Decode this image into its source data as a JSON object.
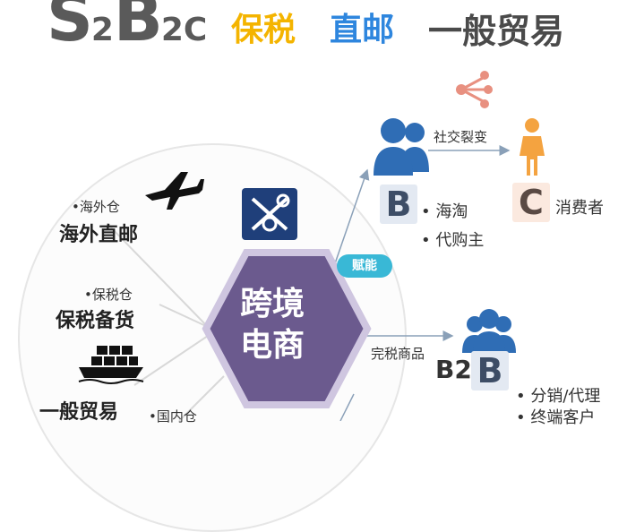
{
  "title": {
    "s": "S",
    "two_a": "2",
    "b": "B",
    "two_b": "2",
    "c": "C",
    "bonded": "保税",
    "direct": "直邮",
    "general": "一般贸易"
  },
  "center": {
    "line1": "跨境",
    "line2": "电商"
  },
  "left": {
    "overseas_sub": "•海外仓",
    "overseas_main": "海外直邮",
    "bonded_sub": "•保税仓",
    "bonded_main": "保税备货",
    "general_main": "一般贸易",
    "domestic_sub": "•国内仓"
  },
  "right": {
    "social": "社交裂变",
    "empower": "赋能",
    "tax_paid": "完税商品",
    "b_letter": "B",
    "c_letter": "C",
    "b_item1": "• 海淘",
    "b_item2": "• 代购主",
    "consumer": "消费者",
    "b2_prefix": "B2",
    "b2_letter": "B",
    "b2_item1": "• 分销/代理",
    "b2_item2": "• 终端客户"
  },
  "colors": {
    "accent_yellow": "#f4b400",
    "accent_blue": "#2e86de",
    "hexagon_purple": "#6b5a8e",
    "people_blue": "#2f6db5",
    "consumer_orange": "#f4a340",
    "pill_cyan": "#39b8d6",
    "share_salmon": "#e89080",
    "customs_navy": "#1f3f7a"
  },
  "icons": [
    "airplane-icon",
    "customs-badge-icon",
    "cargo-ship-icon",
    "people-group-icon",
    "share-network-icon",
    "consumer-person-icon"
  ]
}
